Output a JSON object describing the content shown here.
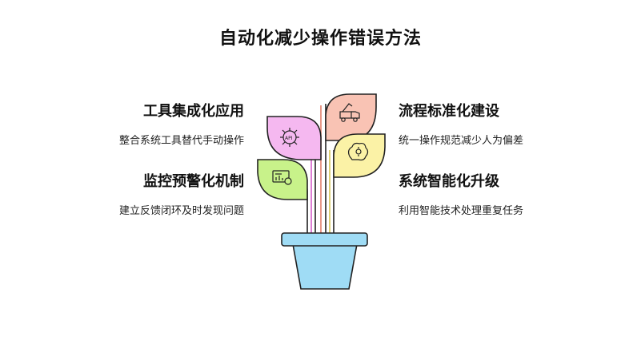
{
  "title": "自动化减少操作错误方法",
  "items": [
    {
      "heading": "工具集成化应用",
      "description": "整合系统工具替代手动操作",
      "icon": "api-icon",
      "color": "#f5b8f0"
    },
    {
      "heading": "监控预警化机制",
      "description": "建立反馈闭环及时发现问题",
      "icon": "monitor-chart-icon",
      "color": "#c8f28a"
    },
    {
      "heading": "流程标准化建设",
      "description": "统一操作规范减少人为偏差",
      "icon": "tow-truck-icon",
      "color": "#f9c3b4"
    },
    {
      "heading": "系统智能化升级",
      "description": "利用智能技术处理重复任务",
      "icon": "brain-gear-icon",
      "color": "#fbf2a6"
    }
  ],
  "pot_color": "#9fdcf5"
}
